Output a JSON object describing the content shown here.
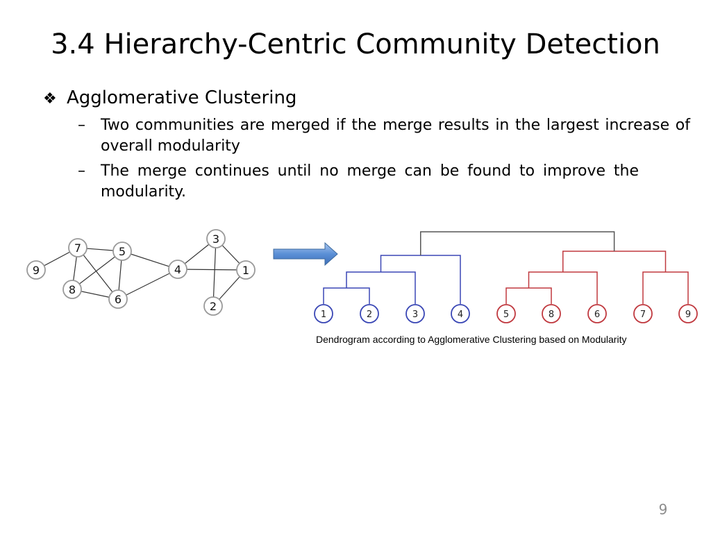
{
  "slide": {
    "title": "3.4 Hierarchy-Centric Community Detection",
    "bullet": {
      "icon": "diamond-bullet-icon",
      "text": "Agglomerative Clustering"
    },
    "subbullets": [
      {
        "marker": "–",
        "text": "Two communities are merged if the merge results in the largest increase of overall modularity"
      },
      {
        "marker": "–",
        "text": "The merge continues until no merge can be found to improve the modularity."
      }
    ],
    "caption": "Dendrogram according to Agglomerative Clustering based on Modularity",
    "page_number": "9"
  },
  "graph": {
    "nodes": [
      "1",
      "2",
      "3",
      "4",
      "5",
      "6",
      "7",
      "8",
      "9"
    ],
    "edges": [
      [
        "9",
        "7"
      ],
      [
        "7",
        "5"
      ],
      [
        "7",
        "8"
      ],
      [
        "7",
        "6"
      ],
      [
        "5",
        "8"
      ],
      [
        "5",
        "6"
      ],
      [
        "5",
        "4"
      ],
      [
        "8",
        "6"
      ],
      [
        "6",
        "4"
      ],
      [
        "4",
        "3"
      ],
      [
        "4",
        "1"
      ],
      [
        "3",
        "1"
      ],
      [
        "3",
        "2"
      ],
      [
        "1",
        "2"
      ]
    ]
  },
  "dendrogram": {
    "leaf_order": [
      "1",
      "2",
      "3",
      "4",
      "5",
      "8",
      "6",
      "7",
      "9"
    ],
    "merges": [
      {
        "cluster": [
          "1",
          "2"
        ],
        "group": "blue"
      },
      {
        "cluster": [
          "1",
          "2",
          "3"
        ],
        "group": "blue"
      },
      {
        "cluster": [
          "1",
          "2",
          "3",
          "4"
        ],
        "group": "blue"
      },
      {
        "cluster": [
          "5",
          "8"
        ],
        "group": "red"
      },
      {
        "cluster": [
          "5",
          "8",
          "6"
        ],
        "group": "red"
      },
      {
        "cluster": [
          "7",
          "9"
        ],
        "group": "red"
      },
      {
        "cluster": [
          "5",
          "8",
          "6",
          "7",
          "9"
        ],
        "group": "red"
      },
      {
        "cluster": [
          "1",
          "2",
          "3",
          "4",
          "5",
          "8",
          "6",
          "7",
          "9"
        ],
        "group": "root"
      }
    ]
  },
  "colors": {
    "blue_group": "#3a47b5",
    "red_group": "#c0393f",
    "root": "#555555",
    "arrow_fill": "#5b8fd6",
    "page_number": "#8c8c8c"
  }
}
